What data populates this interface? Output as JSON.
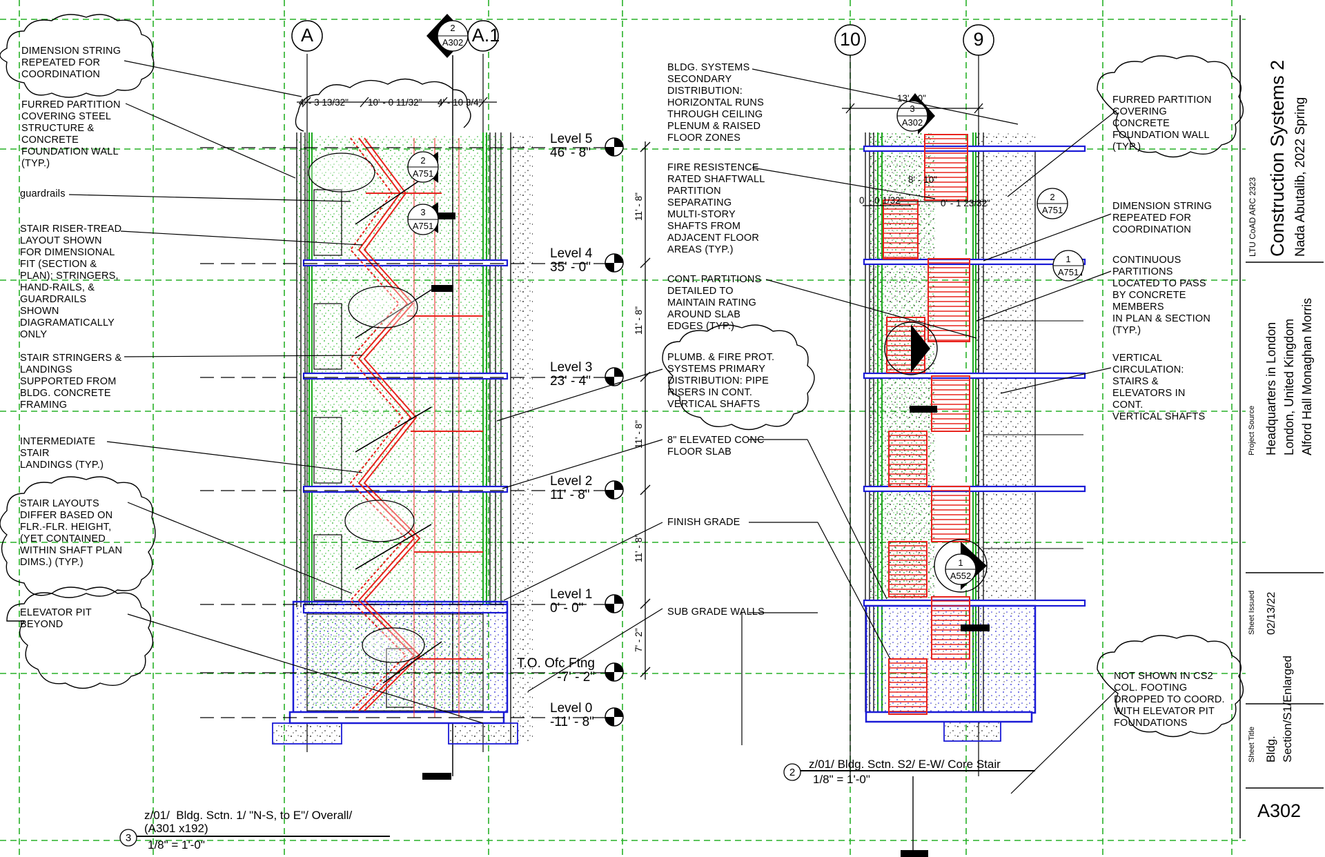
{
  "grid_bubbles": {
    "a": "A",
    "a1": "A.1",
    "g10": "10",
    "g9": "9"
  },
  "section_tags": {
    "top_num": "2",
    "top_sheet": "A302",
    "s1_tag1_num": "2",
    "s1_tag1_sheet": "A751",
    "s1_tag2_num": "3",
    "s1_tag2_sheet": "A751",
    "s2_top_num": "3",
    "s2_top_sheet": "A302",
    "s2_tag1_num": "2",
    "s2_tag1_sheet": "A751",
    "s2_tag2_num": "1",
    "s2_tag2_sheet": "A751",
    "s2_tag3_num": "1",
    "s2_tag3_sheet": "A552"
  },
  "dimensions": {
    "d1": "4' - 3 13/32\"",
    "d2": "10' - 0 11/32\"",
    "d3": "4' - 10 3/4\"",
    "v1": "11' - 8\"",
    "v2": "11' - 8\"",
    "v3": "11' - 8\"",
    "v4": "11' - 8\"",
    "v5": "7' - 2\"",
    "s2_top": "13' - 0\"",
    "s2_a": "8' - 10\"",
    "s2_b": "0' - 0 1/32\"",
    "s2_c": "0' - 1 23/32\""
  },
  "levels": [
    {
      "name": "Level 5",
      "elev": "46' - 8\""
    },
    {
      "name": "Level 4",
      "elev": "35' - 0\""
    },
    {
      "name": "Level 3",
      "elev": "23' - 4\""
    },
    {
      "name": "Level 2",
      "elev": "11' - 8\""
    },
    {
      "name": "Level 1",
      "elev": "0' - 0\""
    },
    {
      "name": "T.O. Ofc Ftng",
      "elev": "-7' - 2\""
    },
    {
      "name": "Level 0",
      "elev": "-11' - 8\""
    }
  ],
  "notes_left": {
    "n1": "DIMENSION STRING\nREPEATED FOR\nCOORDINATION",
    "n2": "FURRED PARTITION\nCOVERING STEEL\nSTRUCTURE &\nCONCRETE\nFOUNDATION WALL\n(TYP.)",
    "n3": "guardrails",
    "n4": "STAIR RISER-TREAD\nLAYOUT SHOWN\nFOR DIMENSIONAL\nFIT (SECTION &\nPLAN); STRINGERS,\nHAND-RAILS, &\nGUARDRAILS\nSHOWN\nDIAGRAMATICALLY\nONLY",
    "n5": "STAIR STRINGERS &\nLANDINGS\nSUPPORTED FROM\nBLDG. CONCRETE\nFRAMING",
    "n6": "INTERMEDIATE\nSTAIR\nLANDINGS (TYP.)",
    "n7": "STAIR LAYOUTS\nDIFFER BASED ON\nFLR.-FLR. HEIGHT,\n(YET CONTAINED\nWITHIN SHAFT PLAN\nDIMS.) (TYP.)",
    "n8": "ELEVATOR PIT\nBEYOND"
  },
  "notes_mid": {
    "m1": "BLDG. SYSTEMS\nSECONDARY\nDISTRIBUTION:\nHORIZONTAL RUNS\nTHROUGH CEILING\nPLENUM & RAISED\nFLOOR ZONES",
    "m2": "FIRE RESISTENCE\nRATED SHAFTWALL\nPARTITION\nSEPARATING\nMULTI-STORY\nSHAFTS FROM\nADJACENT FLOOR\nAREAS (TYP.)",
    "m3": "CONT. PARTITIONS\nDETAILED TO\nMAINTAIN RATING\nAROUND SLAB\nEDGES (TYP.)",
    "m4": "PLUMB. & FIRE PROT.\nSYSTEMS PRIMARY\nDISTRIBUTION: PIPE\nRISERS IN CONT.\nVERTICAL SHAFTS",
    "m5": "8\" ELEVATED CONC\nFLOOR SLAB",
    "m6": "FINISH GRADE",
    "m7": "SUB GRADE WALLS"
  },
  "notes_right": {
    "r1": "FURRED PARTITION\nCOVERING\nCONCRETE\nFOUNDATION WALL\n(TYP.)",
    "r2": "DIMENSION STRING\nREPEATED FOR\nCOORDINATION",
    "r3": "CONTINUOUS\nPARTITIONS\nLOCATED TO PASS\nBY CONCRETE\nMEMBERS\nIN PLAN & SECTION\n(TYP.)",
    "r4": "VERTICAL\nCIRCULATION:\nSTAIRS &\nELEVATORS IN\nCONT.\nVERTICAL SHAFTS",
    "r5": "NOT SHOWN IN CS2\nCOL. FOOTING\nDROPPED TO COORD.\nWITH ELEVATOR PIT\nFOUNDATIONS"
  },
  "view_titles": {
    "v1_num": "3",
    "v1_title": "z/01/  Bldg. Sctn. 1/ \"N-S, to E\"/ Overall/\n(A301 x192)",
    "v1_scale": "1/8\" = 1'-0\"",
    "v2_num": "2",
    "v2_title": "z/01/ Bldg. Sctn. S2/ E-W/ Core Stair",
    "v2_scale": "1/8\" = 1'-0\""
  },
  "title_block": {
    "course": "LTU CoAD ARC 2323",
    "course_title": "Construction Systems 2",
    "author": "Nada Abutalib, 2022 Spring",
    "project_source_label": "Project Source",
    "project_line1": "Headquarters in London",
    "project_line2": "London, United Kingdom",
    "project_line3": "Alford Hall Monaghan Morris",
    "sheet_issued_label": "Sheet Issued",
    "sheet_issued": "02/13/22",
    "sheet_title_label": "Sheet Title",
    "sheet_title_line1": "Bldg.",
    "sheet_title_line2": "Section/S1/Enlarged",
    "sheet_number": "A302"
  },
  "colors": {
    "stair": "#e8231c",
    "slab": "#1a1ad6",
    "partition": "#18a81a",
    "grid": "#1aa51a",
    "ink": "#000000"
  }
}
